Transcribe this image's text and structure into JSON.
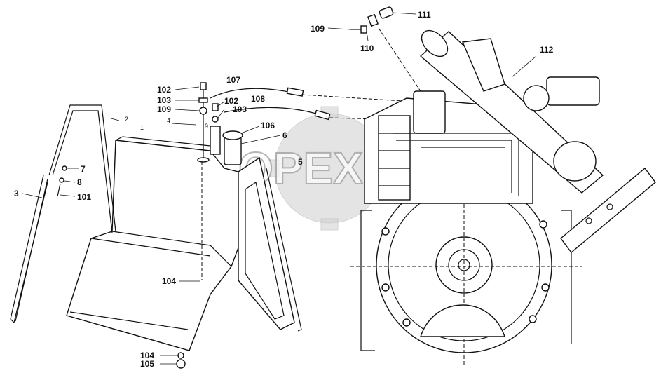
{
  "labels": {
    "l102a": "102",
    "l103a": "103",
    "l109a": "109",
    "l107": "107",
    "l102b": "102",
    "l108": "108",
    "l103b": "103",
    "l106": "106",
    "l6": "6",
    "l5": "5",
    "l7": "7",
    "l8": "8",
    "l101": "101",
    "l3": "3",
    "l104a": "104",
    "l104b": "104",
    "l105": "105",
    "l109b": "109",
    "l110": "110",
    "l111": "111",
    "l112": "112",
    "s2": "2",
    "s1": "1",
    "s4": "4",
    "s9": "9"
  },
  "watermark": "OPEX"
}
